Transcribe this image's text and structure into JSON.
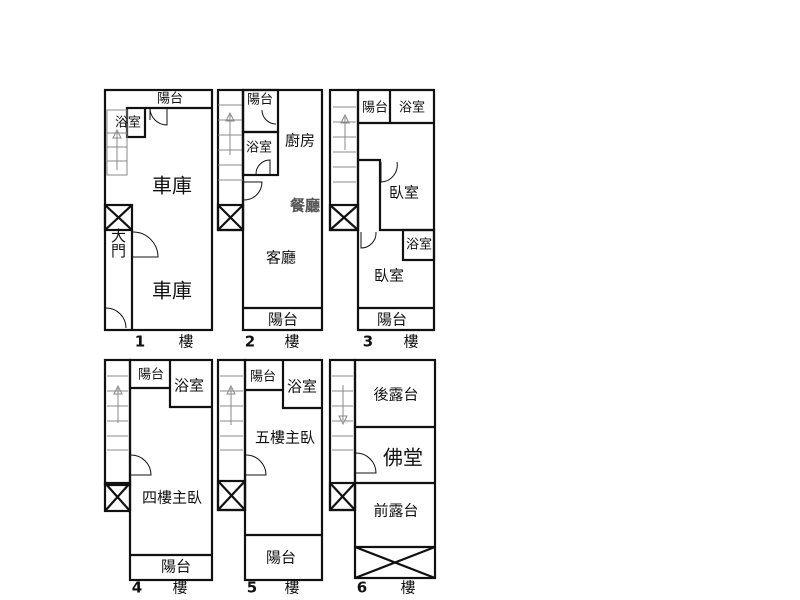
{
  "floors": [
    {
      "number": "1",
      "suffix": "樓",
      "rooms": {
        "balcony": "陽台",
        "bath": "浴室",
        "garage_top": "車庫",
        "door": "大門",
        "garage_bottom": "車庫"
      }
    },
    {
      "number": "2",
      "suffix": "樓",
      "rooms": {
        "balcony_top": "陽台",
        "bath": "浴室",
        "kitchen": "廚房",
        "dining": "餐廳",
        "living": "客廳",
        "balcony_bottom": "陽台"
      }
    },
    {
      "number": "3",
      "suffix": "樓",
      "rooms": {
        "balcony_top": "陽台",
        "bath_top": "浴室",
        "bedroom_top": "臥室",
        "bath_mid": "浴室",
        "bedroom_bottom": "臥室",
        "balcony_bottom": "陽台"
      }
    },
    {
      "number": "4",
      "suffix": "樓",
      "rooms": {
        "balcony_top": "陽台",
        "bath": "浴室",
        "master": "四樓主臥",
        "balcony_bottom": "陽台"
      }
    },
    {
      "number": "5",
      "suffix": "樓",
      "rooms": {
        "balcony_top": "陽台",
        "bath": "浴室",
        "master": "五樓主臥",
        "balcony_bottom": "陽台"
      }
    },
    {
      "number": "6",
      "suffix": "樓",
      "rooms": {
        "rear_terrace": "後露台",
        "shrine": "佛堂",
        "front_terrace": "前露台"
      }
    }
  ]
}
